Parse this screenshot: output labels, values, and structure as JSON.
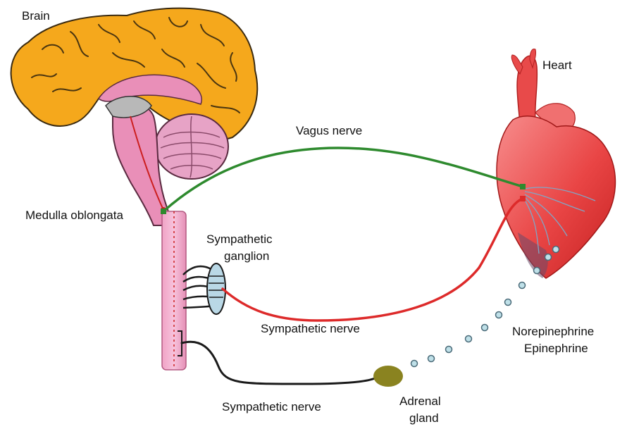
{
  "labels": {
    "brain": "Brain",
    "heart": "Heart",
    "vagus_nerve": "Vagus nerve",
    "medulla": "Medulla oblongata",
    "ganglion_line1": "Sympathetic",
    "ganglion_line2": "ganglion",
    "sympathetic_nerve_heart": "Sympathetic nerve",
    "sympathetic_nerve_adrenal": "Sympathetic nerve",
    "hormone_1": "Norepinephrine",
    "hormone_2": "Epinephrine",
    "adrenal_line1": "Adrenal",
    "adrenal_line2": "gland"
  },
  "colors": {
    "brain_cortex": "#f5a81c",
    "brainstem": "#e98fb8",
    "cerebellum": "#e7a3c6",
    "vagus": "#2e8a2e",
    "sympathetic": "#dd2a2a",
    "adrenal_nerve": "#1a1a1a",
    "heart": "#ee5a5a",
    "ganglion": "#b9d8e6",
    "adrenal_gland": "#8a8320",
    "hormone_dot": "#bfe0e8"
  }
}
